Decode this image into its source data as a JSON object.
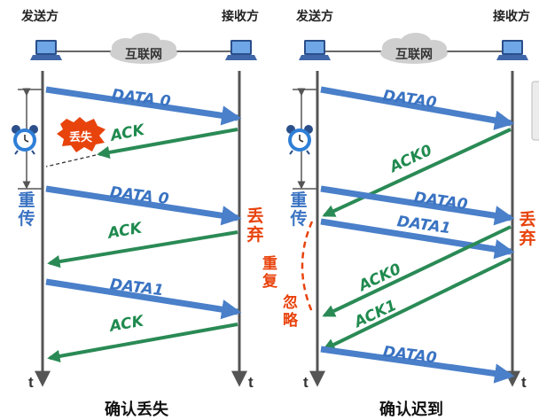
{
  "left_panel": {
    "sender": "发送方",
    "receiver": "接收方",
    "network": "互联网",
    "time_sender": "t",
    "time_receiver": "t",
    "lost_badge": "丢失",
    "resend": "重传",
    "discard": "丢弃",
    "messages": [
      "DATA 0",
      "ACK",
      "DATA 0",
      "ACK",
      "DATA1",
      "ACK"
    ],
    "caption": "确认丢失"
  },
  "right_panel": {
    "sender": "发送方",
    "receiver": "接收方",
    "network": "互联网",
    "time_sender": "t",
    "time_receiver": "t",
    "resend": "重传",
    "discard": "丢弃",
    "duplicate_ignore": "重复忽略",
    "messages": [
      "DATA0",
      "ACK0",
      "DATA0",
      "DATA1",
      "ACK0",
      "ACK1",
      "DATA0"
    ],
    "caption": "确认迟到"
  },
  "colors": {
    "data_arrow": "#4a7fc9",
    "ack_arrow": "#2a8a55",
    "alert": "#e8430c",
    "timeline": "#555555"
  }
}
